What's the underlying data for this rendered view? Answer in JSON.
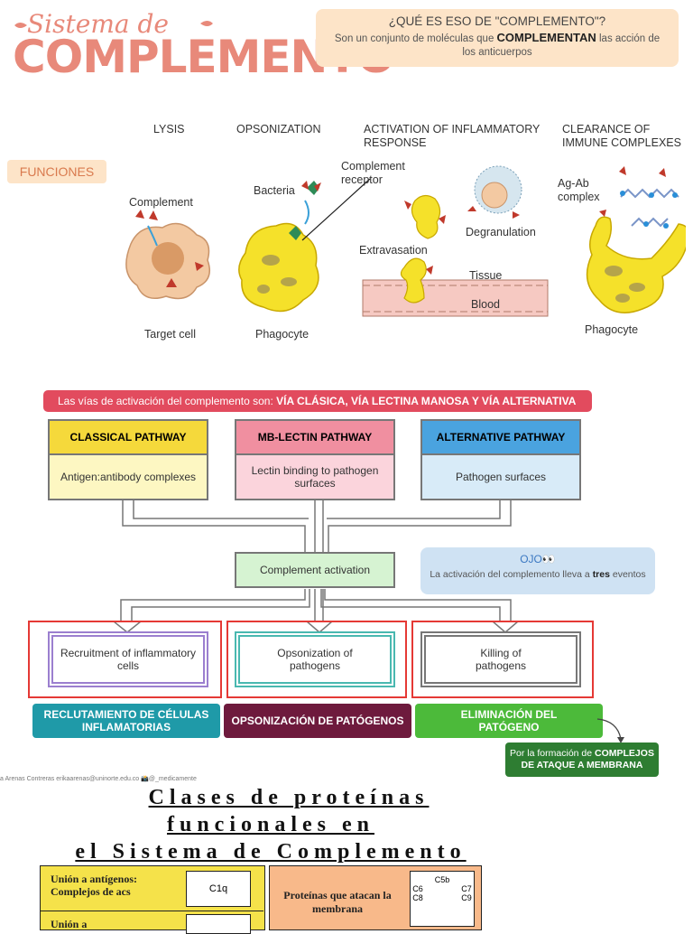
{
  "header": {
    "title_top": "Sistema de",
    "title_main": "COMPLEMENTO",
    "question_title": "¿QUÉ ES ESO DE \"COMPLEMENTO\"?",
    "question_body_pre": "Son un conjunto de moléculas que ",
    "question_body_bold": "COMPLEMENTAN",
    "question_body_post": " las acción de los anticuerpos"
  },
  "functions": {
    "label": "FUNCIONES",
    "col_lysis": "LYSIS",
    "col_opsonization": "OPSONIZATION",
    "col_inflammatory_1": "ACTIVATION OF INFLAMMATORY",
    "col_inflammatory_2": "RESPONSE",
    "col_clearance_1": "CLEARANCE OF",
    "col_clearance_2": "IMMUNE COMPLEXES",
    "complement": "Complement",
    "target_cell": "Target cell",
    "bacteria": "Bacteria",
    "phagocyte": "Phagocyte",
    "complement_receptor_1": "Complement",
    "complement_receptor_2": "receptor",
    "extravasation": "Extravasation",
    "degranulation": "Degranulation",
    "tissue": "Tissue",
    "blood": "Blood",
    "agab_1": "Ag-Ab",
    "agab_2": "complex",
    "phagocyte_2": "Phagocyte"
  },
  "pathways": {
    "banner_pre": "Las vías de activación del complemento son: ",
    "banner_bold": "VÍA CLÁSICA, VÍA LECTINA MANOSA Y VÍA ALTERNATIVA",
    "classical": "CLASSICAL PATHWAY",
    "classical_trigger": "Antigen:antibody complexes",
    "lectin": "MB-LECTIN PATHWAY",
    "lectin_trigger": "Lectin binding to pathogen surfaces",
    "alternative": "ALTERNATIVE PATHWAY",
    "alternative_trigger": "Pathogen surfaces",
    "activation": "Complement activation",
    "ojo_title": "OJO👀",
    "ojo_text_pre": "La activación del complemento lleva a ",
    "ojo_text_bold": "tres",
    "ojo_text_post": " eventos",
    "event_1": "Recruitment of inflammatory cells",
    "event_2": "Opsonization of pathogens",
    "event_3": "Killing of pathogens",
    "outcome_1": "RECLUTAMIENTO DE CÉLULAS INFLAMATORIAS",
    "outcome_2": "OPSONIZACIÓN DE PATÓGENOS",
    "outcome_3": "ELIMINACIÓN DEL PATÓGENO",
    "formation_pre": "Por la formación de ",
    "formation_bold": "COMPLEJOS DE ATAQUE A MEMBRANA",
    "credit": "a Arenas Contreras  erikaarenas@uninorte.edu.co  📸@_medicamente"
  },
  "classes": {
    "title_1": "Clases de proteínas",
    "title_2": "funcionales en",
    "title_3": "el Sistema de Complemento",
    "row1_label": "Unión a antígenos: Complejos de acs",
    "row1_value": "C1q",
    "row2_label": "Unión a",
    "membrane_label": "Proteínas que atacan la membrana",
    "membrane_values": "C5b C6 C7 C8 C9"
  },
  "colors": {
    "salmon": "#e8897a",
    "peach": "#fde4c8",
    "classical": "#f5d93b",
    "lectin": "#f08fa0",
    "alternative": "#4aa3df",
    "teal": "#1f9aa8",
    "maroon": "#6e1a3d",
    "green": "#4cba3a",
    "red": "#e24b5e"
  }
}
